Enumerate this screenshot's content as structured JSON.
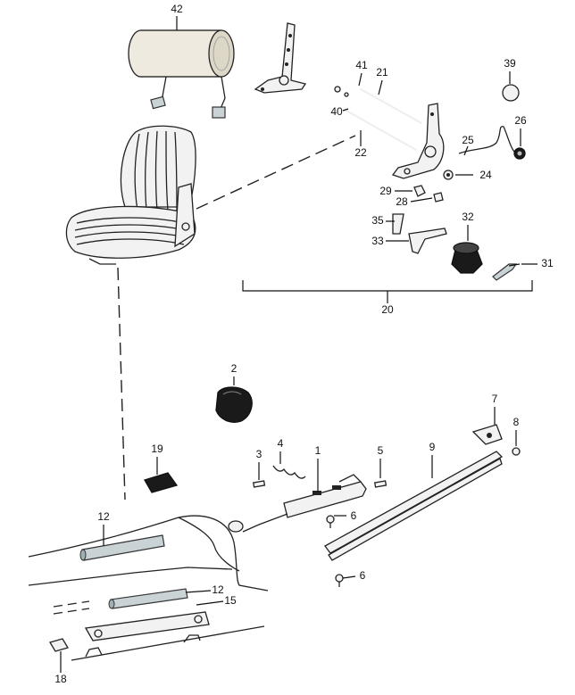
{
  "callouts": {
    "c42": "42",
    "c41": "41",
    "c40": "40",
    "c21": "21",
    "c22": "22",
    "c39": "39",
    "c26": "26",
    "c25": "25",
    "c24": "24",
    "c29": "29",
    "c28": "28",
    "c35": "35",
    "c33": "33",
    "c32": "32",
    "c31": "31",
    "c20": "20",
    "c2": "2",
    "c19": "19",
    "c3": "3",
    "c4": "4",
    "c1": "1",
    "c5": "5",
    "c9": "9",
    "c7": "7",
    "c8": "8",
    "c6a": "6",
    "c6b": "6",
    "c12a": "12",
    "c12b": "12",
    "c15": "15",
    "c18": "18"
  },
  "colors": {
    "line": "#111111",
    "knob": "#1a1a1a",
    "metal": "#c9d3d6",
    "headrest": "#eeeae0"
  },
  "parts": [
    "headrest",
    "headrest-bracket",
    "seat",
    "hinge-assembly",
    "adjuster-rods",
    "recline-knob",
    "spring-clip",
    "seat-track-rail",
    "release-lever-assembly",
    "floor-pan",
    "floor-rails",
    "shift-knob",
    "rubber-pad"
  ]
}
